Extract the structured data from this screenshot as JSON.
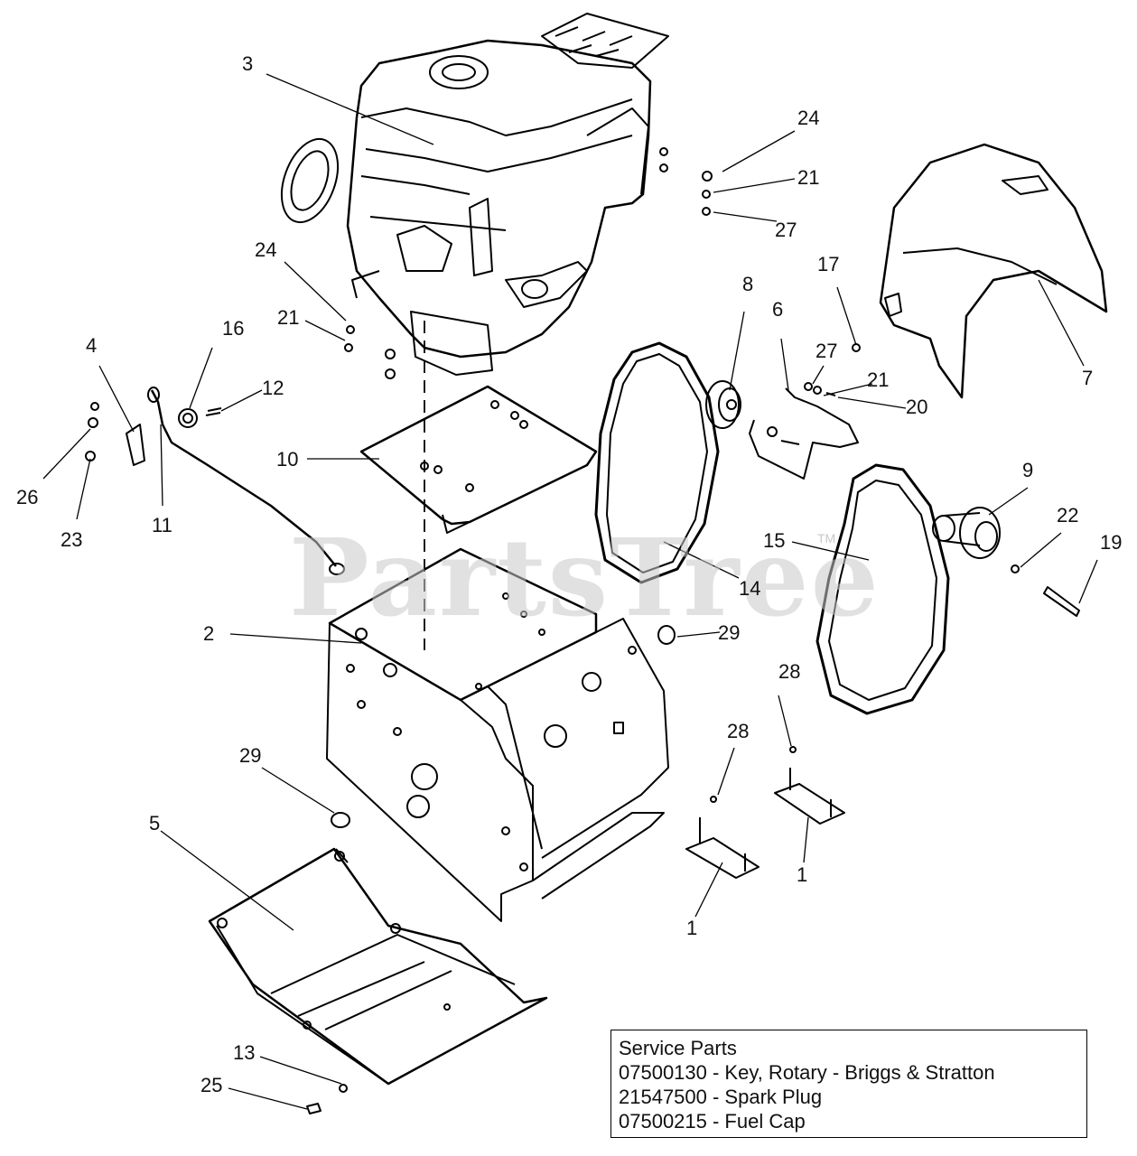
{
  "watermark": {
    "text": "PartsTree",
    "mark": "TM"
  },
  "callouts": [
    "3",
    "24",
    "21",
    "27",
    "24",
    "21",
    "17",
    "8",
    "6",
    "27",
    "21",
    "20",
    "7",
    "4",
    "16",
    "12",
    "26",
    "23",
    "11",
    "10",
    "9",
    "22",
    "19",
    "15",
    "14",
    "2",
    "29",
    "28",
    "28",
    "29",
    "5",
    "1",
    "1",
    "13",
    "25"
  ],
  "service_parts": {
    "title": "Service Parts",
    "items": [
      "07500130 - Key, Rotary - Briggs & Stratton",
      "21547500 - Spark Plug",
      "07500215 - Fuel Cap"
    ]
  }
}
